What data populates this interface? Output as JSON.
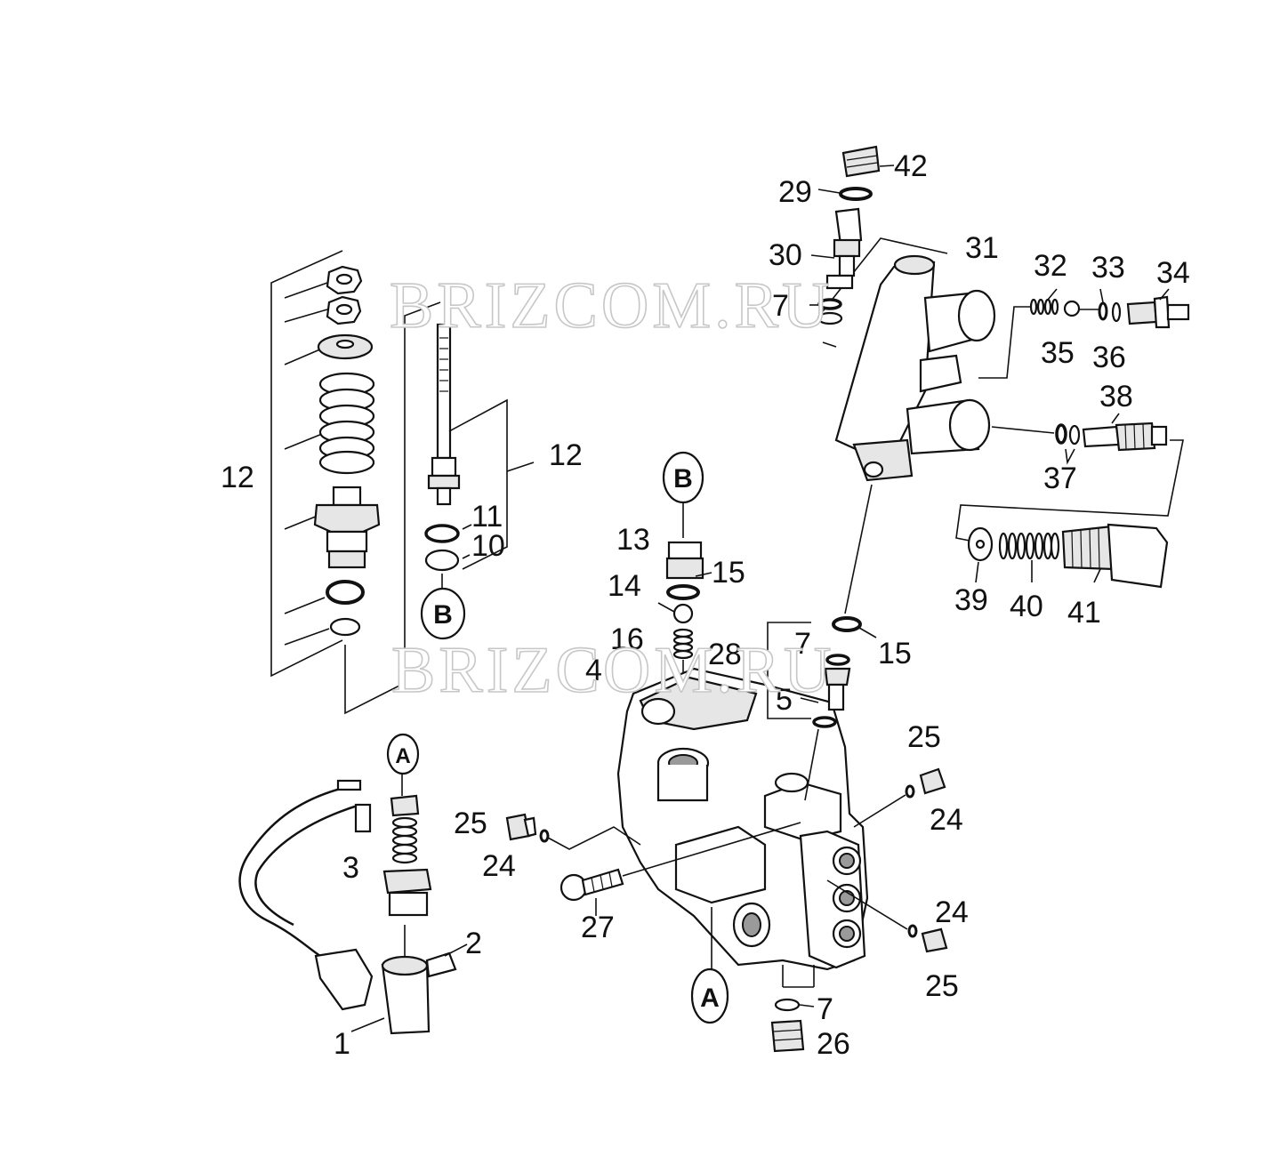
{
  "watermark": "BRIZCOM.RU",
  "callouts": {
    "a": "A",
    "b": "B"
  },
  "labels": {
    "n1": "1",
    "n2": "2",
    "n3": "3",
    "n4": "4",
    "n5": "5",
    "n7": "7",
    "n10": "10",
    "n11": "11",
    "n12": "12",
    "n13": "13",
    "n14": "14",
    "n15": "15",
    "n16": "16",
    "n24": "24",
    "n25": "25",
    "n26": "26",
    "n27": "27",
    "n28": "28",
    "n29": "29",
    "n30": "30",
    "n31": "31",
    "n32": "32",
    "n33": "33",
    "n34": "34",
    "n35": "35",
    "n36": "36",
    "n37": "37",
    "n38": "38",
    "n39": "39",
    "n40": "40",
    "n41": "41",
    "n42": "42"
  }
}
